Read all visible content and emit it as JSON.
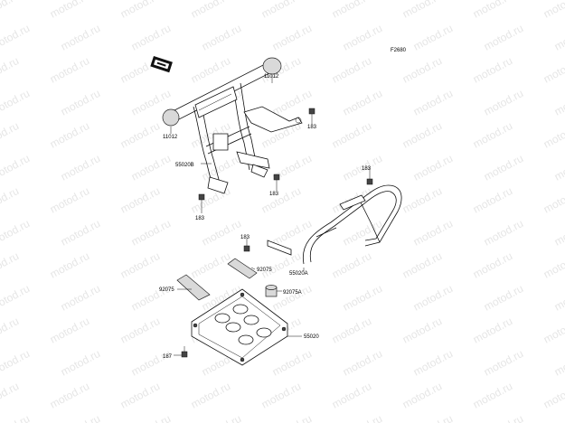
{
  "diagram_code": "F2680",
  "watermark": "motod.ru",
  "parts": [
    {
      "id": "11012-upper",
      "label": "11012"
    },
    {
      "id": "11012-lower",
      "label": "11012"
    },
    {
      "id": "183-a",
      "label": "183"
    },
    {
      "id": "183-b",
      "label": "183"
    },
    {
      "id": "183-c",
      "label": "183"
    },
    {
      "id": "183-d",
      "label": "183"
    },
    {
      "id": "183-e",
      "label": "183"
    },
    {
      "id": "55020B",
      "label": "55020B"
    },
    {
      "id": "55020A",
      "label": "55020A"
    },
    {
      "id": "55020",
      "label": "55020"
    },
    {
      "id": "92075-upper",
      "label": "92075"
    },
    {
      "id": "92075-left",
      "label": "92075"
    },
    {
      "id": "92075A",
      "label": "92075A"
    },
    {
      "id": "187",
      "label": "187"
    }
  ]
}
